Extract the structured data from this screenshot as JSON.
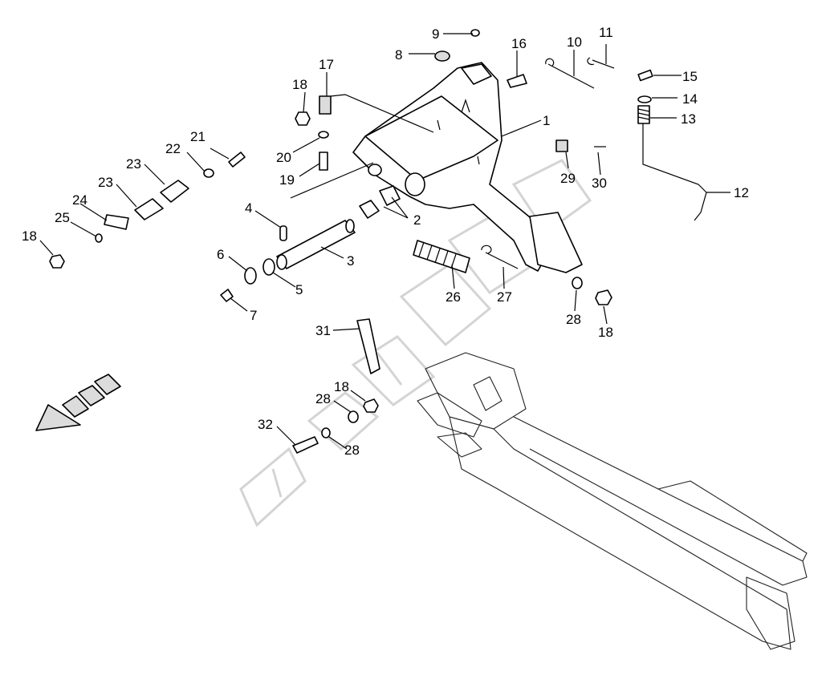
{
  "diagram": {
    "part_numbers": [
      "1",
      "2",
      "3",
      "4",
      "5",
      "6",
      "7",
      "8",
      "9",
      "10",
      "11",
      "12",
      "13",
      "14",
      "15",
      "16",
      "17",
      "18",
      "19",
      "20",
      "21",
      "22",
      "23",
      "24",
      "25",
      "26",
      "27",
      "28",
      "29",
      "30",
      "31",
      "32"
    ],
    "labels": [
      {
        "id": "9",
        "text": "9"
      },
      {
        "id": "16",
        "text": "16"
      },
      {
        "id": "10",
        "text": "10"
      },
      {
        "id": "11",
        "text": "11"
      },
      {
        "id": "8",
        "text": "8"
      },
      {
        "id": "17",
        "text": "17"
      },
      {
        "id": "18a",
        "text": "18"
      },
      {
        "id": "15",
        "text": "15"
      },
      {
        "id": "14",
        "text": "14"
      },
      {
        "id": "13",
        "text": "13"
      },
      {
        "id": "1",
        "text": "1"
      },
      {
        "id": "21",
        "text": "21"
      },
      {
        "id": "20",
        "text": "20"
      },
      {
        "id": "22",
        "text": "22"
      },
      {
        "id": "19",
        "text": "19"
      },
      {
        "id": "23a",
        "text": "23"
      },
      {
        "id": "23b",
        "text": "23"
      },
      {
        "id": "29",
        "text": "29"
      },
      {
        "id": "30",
        "text": "30"
      },
      {
        "id": "12",
        "text": "12"
      },
      {
        "id": "24",
        "text": "24"
      },
      {
        "id": "4",
        "text": "4"
      },
      {
        "id": "2",
        "text": "2"
      },
      {
        "id": "25",
        "text": "25"
      },
      {
        "id": "18b",
        "text": "18"
      },
      {
        "id": "6",
        "text": "6"
      },
      {
        "id": "3",
        "text": "3"
      },
      {
        "id": "26",
        "text": "26"
      },
      {
        "id": "27",
        "text": "27"
      },
      {
        "id": "5",
        "text": "5"
      },
      {
        "id": "7",
        "text": "7"
      },
      {
        "id": "28a",
        "text": "28"
      },
      {
        "id": "18c",
        "text": "18"
      },
      {
        "id": "31",
        "text": "31"
      },
      {
        "id": "18d",
        "text": "18"
      },
      {
        "id": "28b",
        "text": "28"
      },
      {
        "id": "32",
        "text": "32"
      },
      {
        "id": "28c",
        "text": "28"
      }
    ],
    "colors": {
      "line": "#000000",
      "watermark": "#d4d4d4",
      "background": "#ffffff",
      "shade": "#dcdcdc"
    }
  }
}
